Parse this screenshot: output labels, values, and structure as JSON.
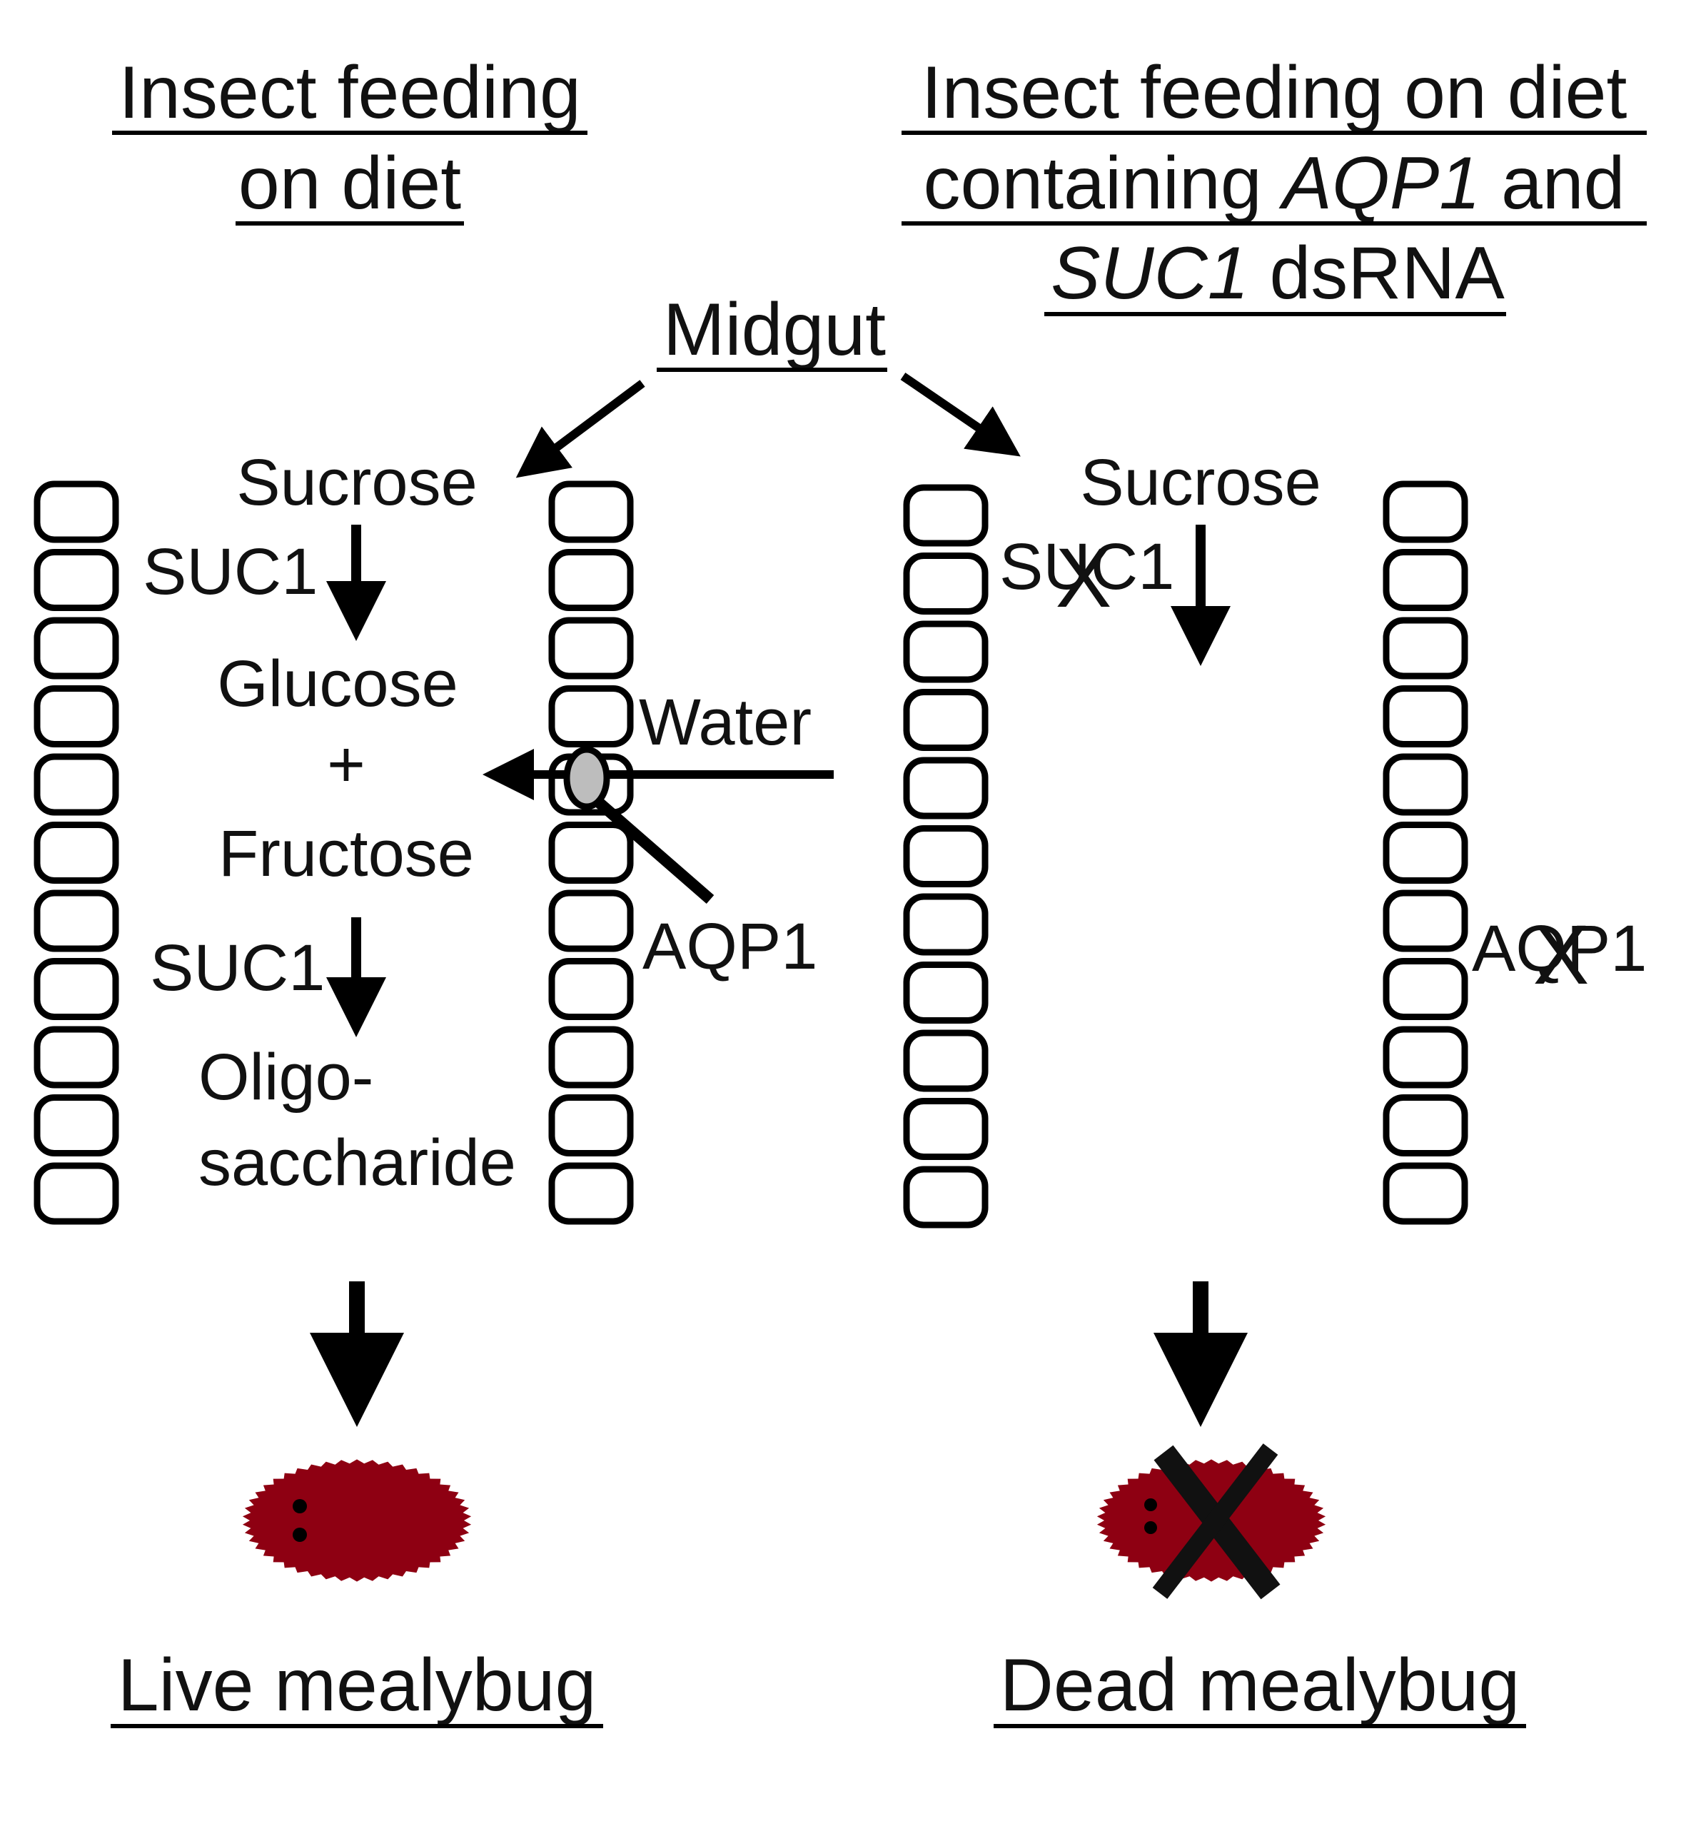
{
  "colors": {
    "ink": "#000000",
    "mealybug": "#8e0012",
    "channel": "#bdbdbd",
    "background": "#ffffff"
  },
  "left": {
    "heading_line1": "Insect feeding",
    "heading_line2": "on diet",
    "sucrose": "Sucrose",
    "suc1_top": "SUC1",
    "glucose": "Glucose",
    "plus": "+",
    "fructose": "Fructose",
    "suc1_bottom": "SUC1",
    "oligo_line1": "Oligo-",
    "oligo_line2": "saccharide",
    "water": "Water",
    "aqp1": "AQP1",
    "outcome": "Live mealybug"
  },
  "right": {
    "heading_line1": "Insect feeding on diet",
    "heading_line2_a": "containing ",
    "heading_line2_b": "AQP1",
    "heading_line2_c": " and",
    "heading_line3_a": "SUC1",
    "heading_line3_b": " dsRNA",
    "sucrose": "Sucrose",
    "suc1": "SUC1",
    "aqp1": "AQP1",
    "outcome": "Dead mealybug",
    "knockout_mark": "X"
  },
  "center": {
    "midgut": "Midgut"
  },
  "icons": {
    "channel": "aquaporin-channel-icon",
    "mealybug": "mealybug-icon",
    "cross": "cross-out-icon"
  }
}
